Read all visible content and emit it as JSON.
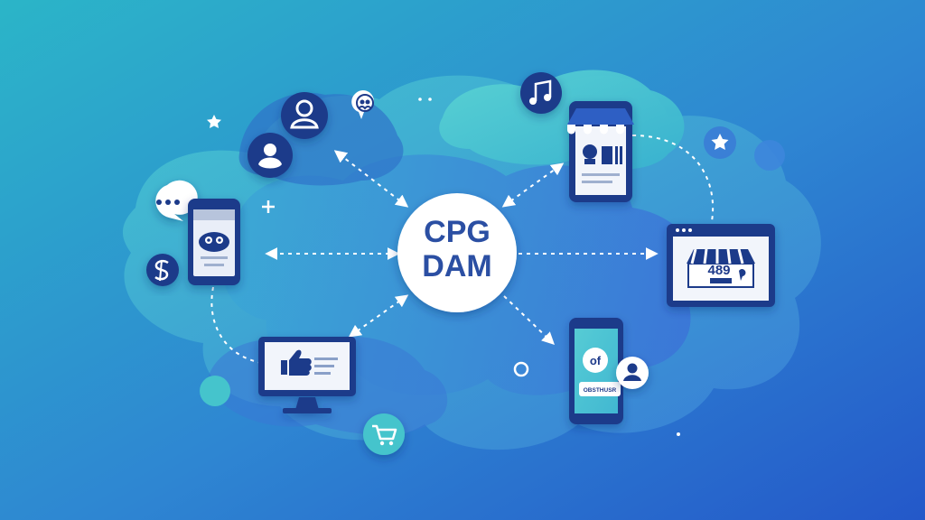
{
  "hub": {
    "label_line1": "CPG",
    "label_line2": "DAM"
  },
  "nodes": {
    "storefront_price": "489",
    "phone_badge": "of",
    "phone_caption": "OBSTHUSR"
  },
  "colors": {
    "bg_start": "#2bb5c8",
    "bg_end": "#2458c9",
    "blob_light": "#40c2cf",
    "blob_mid": "#3f8fd6",
    "navy": "#1e3a8a",
    "hub_text": "#2b4fa3",
    "white": "#ffffff"
  },
  "icons": [
    "user-icon",
    "users-chat-icon",
    "music-note-icon",
    "star-icon",
    "chat-dots-icon",
    "currency-icon",
    "plus-icon",
    "shopping-cart-icon",
    "thumbs-up-icon",
    "storefront-icon",
    "mobile-phone-icon",
    "tablet-icon",
    "monitor-icon",
    "person-icon"
  ]
}
